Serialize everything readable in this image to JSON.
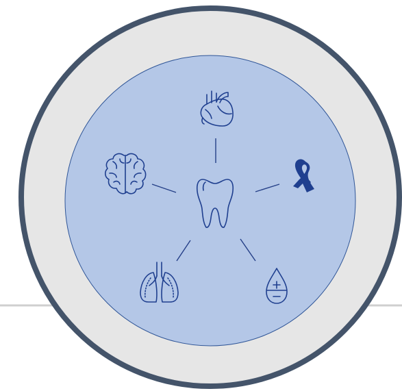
{
  "colors": {
    "background": "#ffffff",
    "divider": "#cfcfcf",
    "outer_ring_fill": "#e6e6e6",
    "outer_ring_stroke": "#44546a",
    "inner_circle_fill": "#b4c7e7",
    "inner_circle_stroke": "#2f5597",
    "icon": "#1f3f8f"
  },
  "diagram": {
    "center": {
      "icon": "tooth-icon"
    },
    "nodes": [
      {
        "id": "heart",
        "icon": "heart-icon"
      },
      {
        "id": "ribbon",
        "icon": "awareness-ribbon-icon"
      },
      {
        "id": "blood",
        "icon": "blood-drop-plus-minus-icon"
      },
      {
        "id": "lungs",
        "icon": "lungs-icon"
      },
      {
        "id": "brain",
        "icon": "brain-icon"
      }
    ]
  }
}
